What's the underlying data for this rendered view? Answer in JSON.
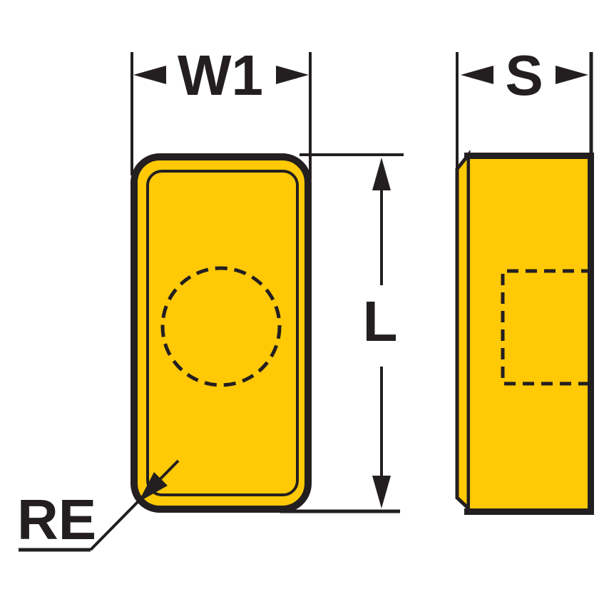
{
  "colors": {
    "background": "#FFFFFF",
    "line": "#231F20",
    "insert_fill": "#FFC905"
  },
  "dimension_labels": {
    "w1": "W1",
    "s": "S",
    "l": "L",
    "re": "RE"
  }
}
